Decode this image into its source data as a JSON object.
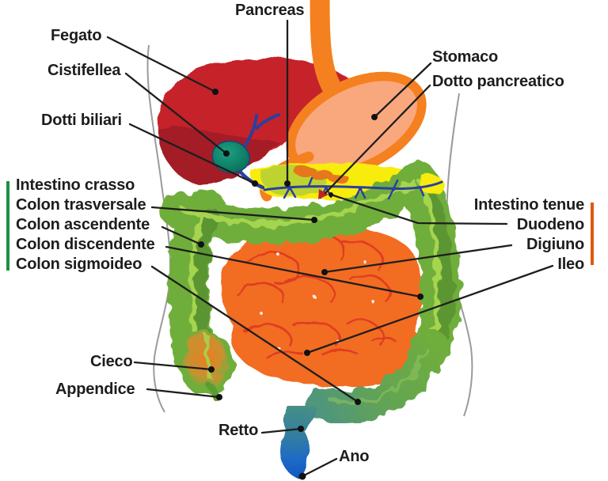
{
  "labels": {
    "pancreas": "Pancreas",
    "fegato": "Fegato",
    "cistifellea": "Cistifellea",
    "dotti_biliari": "Dotti biliari",
    "stomaco": "Stomaco",
    "dotto_pancreatico": "Dotto pancreatico",
    "cieco": "Cieco",
    "appendice": "Appendice",
    "retto": "Retto",
    "ano": "Ano"
  },
  "large_intestine_group": {
    "header": "Intestino crasso",
    "items": {
      "trasversale": "Colon trasversale",
      "ascendente": "Colon ascendente",
      "discendente": "Colon discendente",
      "sigmoideo": "Colon sigmoideo"
    }
  },
  "small_intestine_group": {
    "header": "Intestino tenue",
    "items": {
      "duodeno": "Duodeno",
      "digiuno": "Digiuno",
      "ileo": "Ileo"
    }
  },
  "colors": {
    "header_green": "#1d8f44",
    "header_orange": "#e2570e",
    "label_text": "#1d1d1d",
    "leader_line": "#1e1e1e",
    "leader_dot": "#111111",
    "body_outline": "#9b9b9b",
    "liver": "#c5222a",
    "liver_shadow": "#a01e25",
    "esophagus": "#f5801f",
    "stomach_outline": "#f5801f",
    "stomach_fill": "#f9a87e",
    "gallbladder": "#128a6d",
    "bile_duct_blue": "#2b3f9f",
    "pancreas_yellow": "#f8ec0a",
    "pancreas_head_green": "#b9d234",
    "large_intestine": "#70ae3b",
    "large_intestine_stripe": "#a5d44f",
    "large_intestine_shadow": "#569030",
    "small_intestine": "#f26c20",
    "small_intestine_lines": "#de3922",
    "cecum_orange": "#ef7a23",
    "sigmoid_teal": "#4f967c",
    "rectum_blue": "#1160c2",
    "duct_marker_red": "#c22227"
  }
}
